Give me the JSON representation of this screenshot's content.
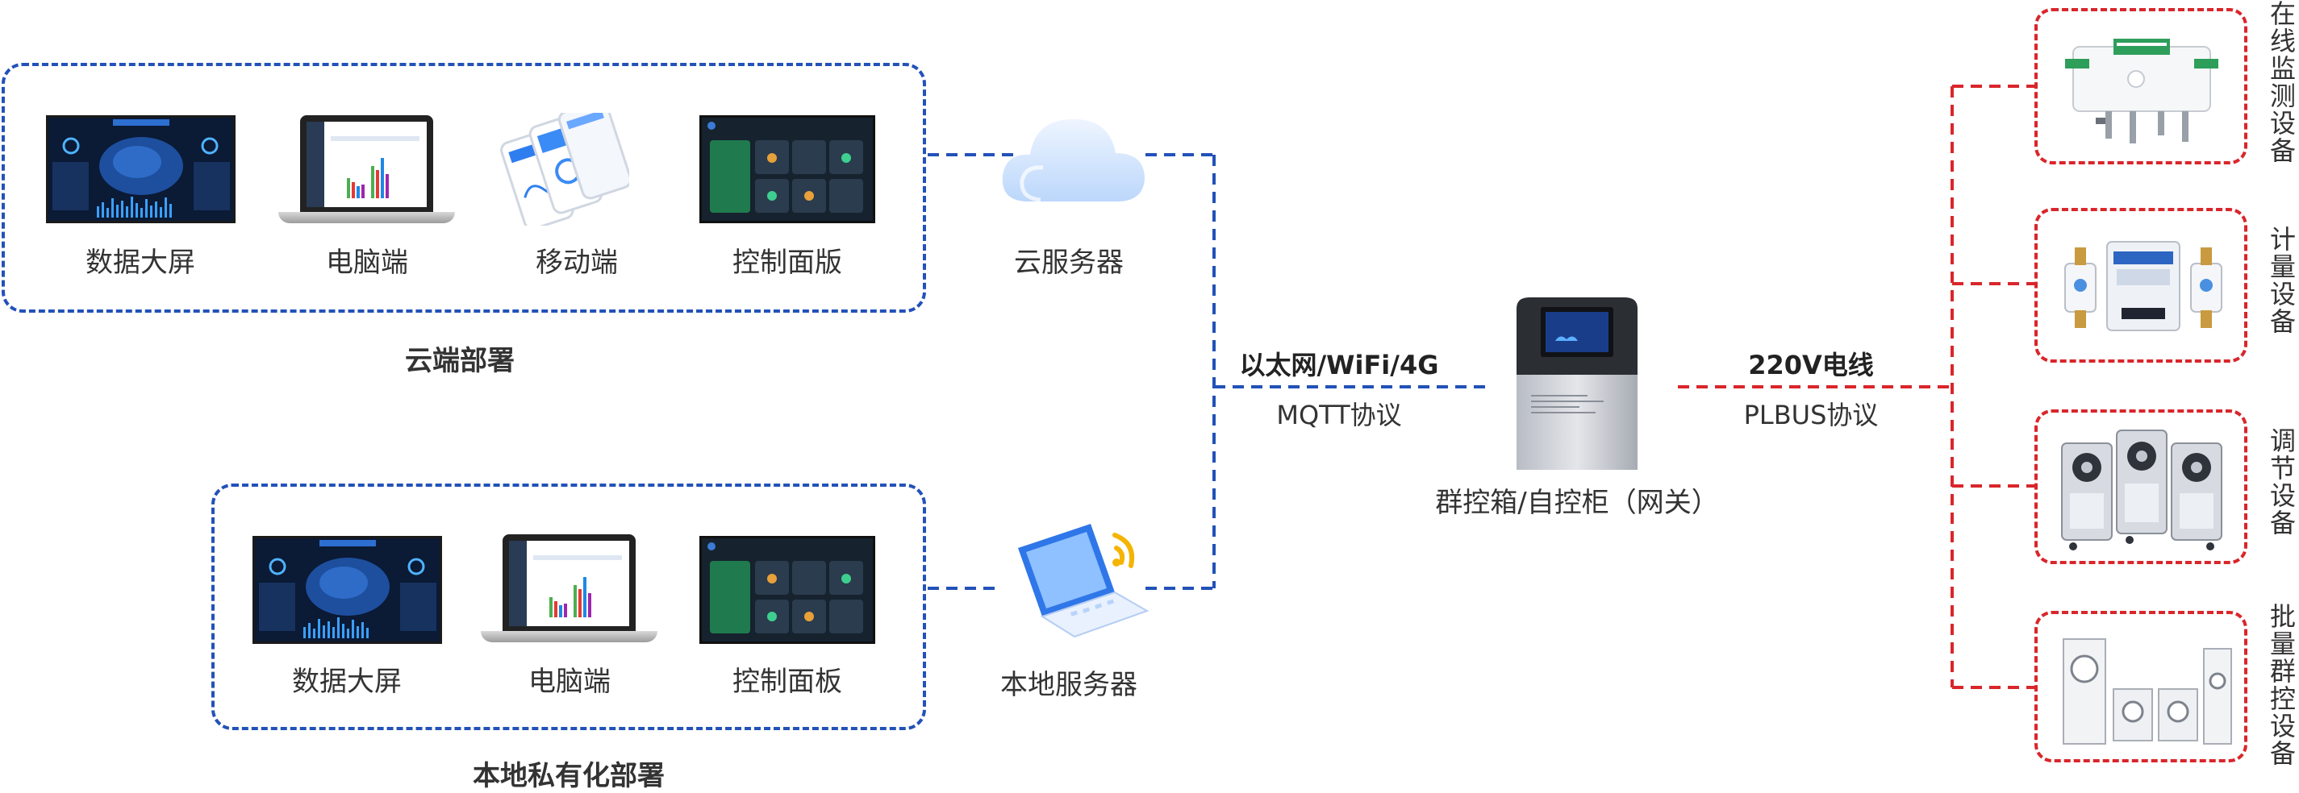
{
  "cloud_group": {
    "title": "云端部署",
    "items": [
      "数据大屏",
      "电脑端",
      "移动端",
      "控制面版"
    ]
  },
  "local_group": {
    "title": "本地私有化部署",
    "items": [
      "数据大屏",
      "电脑端",
      "控制面板"
    ]
  },
  "cloud_server": {
    "label": "云服务器"
  },
  "local_server": {
    "label": "本地服务器"
  },
  "link_left": {
    "top": "以太网/WiFi/4G",
    "bottom": "MQTT协议"
  },
  "gateway": {
    "label": "群控箱/自控柜（网关）"
  },
  "link_right": {
    "top": "220V电线",
    "bottom": "PLBUS协议"
  },
  "devices": [
    {
      "label": "在线监测设备"
    },
    {
      "label": "计量设备"
    },
    {
      "label": "调节设备"
    },
    {
      "label": "批量群控设备"
    }
  ],
  "colors": {
    "blue_dash": "#2252b8",
    "red_dash": "#d9262b"
  }
}
